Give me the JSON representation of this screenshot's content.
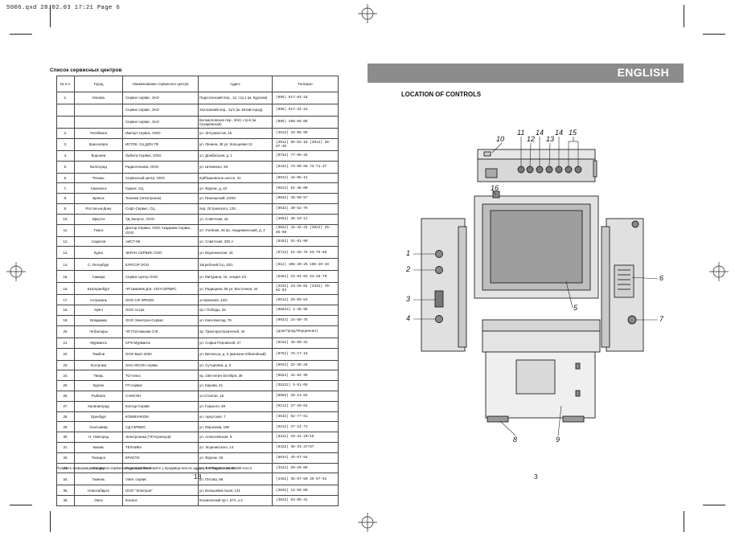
{
  "file_header": "5006.qxd   28.02.03   17:21   Page 6",
  "left_page": {
    "title": "Список сервисных центров",
    "columns": [
      "№ п.п.",
      "Город",
      "Наименование сервисного центра",
      "Адрес",
      "Телефон"
    ],
    "rows": [
      {
        "n": "1.",
        "city": "Москва",
        "org": "Сервис-сервис, ЗАО",
        "addr": "Подсосенский пер., 12, стр.1 (м. Курская)",
        "phone": "(095) 917-83-16"
      },
      {
        "n": "",
        "city": "",
        "org": "Сервис-сервис, ЗАО",
        "addr": "Хохловский пер., 11/1 (м. Китай-город)",
        "phone": "(095) 917-34-24"
      },
      {
        "n": "",
        "city": "",
        "org": "Сервис-сервис, ЗАО",
        "addr": "Богомоловская пер., 9/10, стр.6 (м. Сухаревская)",
        "phone": "(095) 208-56-08"
      },
      {
        "n": "2.",
        "city": "Челябинск",
        "org": "Импорт-сервис, ООО",
        "addr": "ул. Энтузиастов, 16",
        "phone": "(3512) 34-06-95"
      },
      {
        "n": "3.",
        "city": "Красноярск",
        "org": "ИСТОК, СЦ ДОН ТВ",
        "addr": "ул. Ленина, 28 ул. Кольцевая 13",
        "phone": "(3912) 65-02-18 (3912) 36-97-35"
      },
      {
        "n": "4.",
        "city": "Воронеж",
        "org": "Орбита-Сервис, ООО",
        "addr": "ул. Донбасская, д. 1",
        "phone": "(0732) 77-95-25"
      },
      {
        "n": "5.",
        "city": "Волгоград",
        "org": "Радиотехника, ООО",
        "addr": "ул. Штеменко, 50",
        "phone": "(8442) 73-80-58 73-71-27"
      },
      {
        "n": "6.",
        "city": "Рязань",
        "org": "Сервисный центр, ООО",
        "addr": "Куйбышевское шоссе, 31",
        "phone": "(0912) 44-05-12"
      },
      {
        "n": "7.",
        "city": "Смоленск",
        "org": "Гарант, СЦ",
        "addr": "ул. Фрунзе, д. 22",
        "phone": "(0812) 61-46-00"
      },
      {
        "n": "8.",
        "city": "Брянск",
        "org": "Техника (Электроник)",
        "addr": "ул. Пионерский, 23/40",
        "phone": "(0832) 45-50-57"
      },
      {
        "n": "9.",
        "city": "Ростов-на-Дону",
        "org": "Софт-Сервис, СЦ",
        "addr": "пер. Островского, 125",
        "phone": "(8632) 30-52-75"
      },
      {
        "n": "10.",
        "city": "Иркутск",
        "org": "ТД Энергос, ООО",
        "addr": "ул. Советская, 4а",
        "phone": "(3952) 45-10-11"
      },
      {
        "n": "11.",
        "city": "Томск",
        "org": "Доктор-Сервис, ООО Академик Сервис, ООО",
        "addr": "ул. Учебная, 26 пр. Академический, д. 2",
        "phone": "(3822) 42-42-44 (3822) 25-85-60"
      },
      {
        "n": "12.",
        "city": "Саратов",
        "org": "АИСТ-96",
        "addr": "ул. Советская, 330 А",
        "phone": "(8452) 51-91-99"
      },
      {
        "n": "13.",
        "city": "Курск",
        "org": "ЭКРАН СЕРВИС ООО",
        "addr": "ул. Воронежская, 43",
        "phone": "(0712) 51-28-75 53-75-85"
      },
      {
        "n": "14.",
        "city": "С.-Петербург",
        "org": "КУРСОР ООО",
        "addr": "Загребский б-р, 33/1",
        "phone": "(812) 106-20-26 106-20-19"
      },
      {
        "n": "15.",
        "city": "Самара",
        "org": "Сервис Центр ООО",
        "addr": "ул. Митурина, 15, секция 1/2",
        "phone": "(8462) 24-04-02 34-28-79"
      },
      {
        "n": "16.",
        "city": "Екатеринбург",
        "org": "ЧП Шманёв Д.В. СЕЛ-СЕРВИС",
        "addr": "ул. Радищева, 55 ул. Восточная, 44",
        "phone": "(3432) 23-28-02 (3432) 70-62-53"
      },
      {
        "n": "17.",
        "city": "Астрахань",
        "org": "ООО СФ ЭРКОМ",
        "addr": "ул.Кремлев, 12/2",
        "phone": "(8512) 25-05-53"
      },
      {
        "n": "18.",
        "city": "Орёл",
        "org": "ООО Астра",
        "addr": "пр.т Победы, 22",
        "phone": "(08622) 1-46-98"
      },
      {
        "n": "19.",
        "city": "Владимир",
        "org": "ООО Электрон-Сервис",
        "addr": "ул. Княз-Бахтад, 79",
        "phone": "(0922) 24-60-75"
      },
      {
        "n": "20.",
        "city": "Чебоксары",
        "org": "ЧП Полтавкова О.Ф.",
        "addr": "пр. Тракторостроителей, 34",
        "phone": "(дом/пряд/Мерцинкин)"
      },
      {
        "n": "21.",
        "city": "Мурманск",
        "org": "CPS-Мурманск",
        "addr": "ул. Софьи Перовской, 27",
        "phone": "(8152) 45-50-31"
      },
      {
        "n": "22.",
        "city": "Тамбов",
        "org": "ООО БЫС-2000",
        "addr": "ул. Витальса, д. 5 (магазин Юбилейный)",
        "phone": "(0752) 75-17-16"
      },
      {
        "n": "23.",
        "city": "Кострома",
        "org": "ЗАО АКСОН сервис",
        "addr": "ул. Сутыровка, д. 5",
        "phone": "(0942) 22-36-28"
      },
      {
        "n": "24.",
        "city": "Тверь",
        "org": "ТО+плюс",
        "addr": "пр. 150-летия Октября, 39",
        "phone": "(0822) 42-82-36"
      },
      {
        "n": "25.",
        "city": "Курган",
        "org": "ГП-сервис",
        "addr": "ул. Кирова, 41",
        "phone": "(35222) 5-51-05"
      },
      {
        "n": "26.",
        "city": "Рыбинск",
        "org": "САМСОН",
        "addr": "ул.Стоитая, 15",
        "phone": "(0855) 28-14-84"
      },
      {
        "n": "27.",
        "city": "Калининград",
        "org": "Контур-Сервис",
        "addr": "ул. Горького, 69",
        "phone": "(0112) 27-29-64"
      },
      {
        "n": "28.",
        "city": "Оренбург",
        "org": "КОММУНКОМ",
        "addr": "ул. Аркутская, 7",
        "phone": "(3532) 62-77-61"
      },
      {
        "n": "29.",
        "city": "Сыктывкар",
        "org": "СД СЕРВИС",
        "addr": "ул. Морозова, 196",
        "phone": "(8212) 27-14-71"
      },
      {
        "n": "30.",
        "city": "Н. Новгород",
        "org": "Электроника (ЧП Кузнецов)",
        "addr": "ул. Алексеевская, 9",
        "phone": "(8312) 19-41-20/16"
      },
      {
        "n": "31.",
        "city": "Казань",
        "org": "ТЕХНИКА",
        "addr": "ул. Эсценисского, 14",
        "phone": "(8432) 38-31-37/87"
      },
      {
        "n": "32.",
        "city": "Таганрог",
        "org": "КРИСТИ",
        "addr": "ул. Фрунзе, 45",
        "phone": "(8634) 45-67-54"
      },
      {
        "n": "33.",
        "city": "Ижевск",
        "org": "Радиокомплект",
        "addr": "ул. 9-я Подлесная, 25",
        "phone": "(3412) 59-26-05"
      },
      {
        "n": "34.",
        "city": "Тюмень",
        "org": "Vitek- сервис",
        "addr": "ул. Пятова, 98",
        "phone": "(3452) 35-87-50 35-87-51"
      },
      {
        "n": "35.",
        "city": "Новосибирск",
        "org": "ООО \"Электрон\"",
        "addr": "ул. Большевистская, 131",
        "phone": "(3832) 12-56-80"
      },
      {
        "n": "36.",
        "city": "Омск",
        "org": "Космос",
        "addr": "Космический пр-т, 57А, к.4",
        "phone": "(3812) 53-66-41"
      }
    ],
    "footnote": "Получить информацию о других сервисных центрах Вы можете у продавца или по адресу в Интернет: www.vitek-rus.ru",
    "page_number": "18"
  },
  "right_page": {
    "banner": "ENGLISH",
    "section_title": "LOCATION OF CONTROLS",
    "callouts": [
      "1",
      "2",
      "3",
      "4",
      "5",
      "6",
      "7",
      "8",
      "9",
      "10",
      "11",
      "12",
      "14",
      "13",
      "14",
      "15",
      "16"
    ],
    "page_number": "3"
  }
}
